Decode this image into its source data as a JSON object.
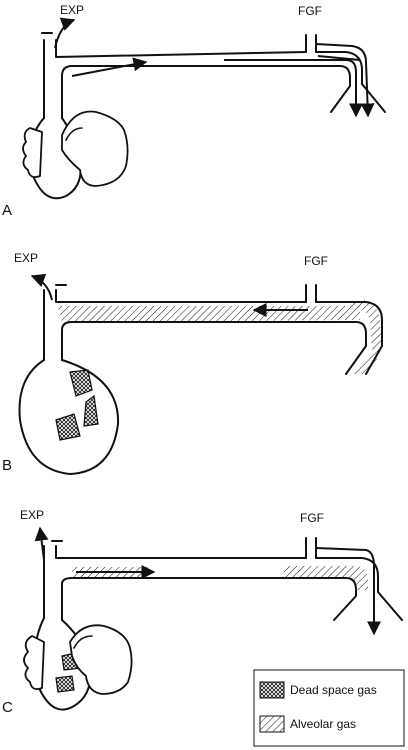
{
  "panels": [
    {
      "id": "A",
      "label": "A",
      "exp_label": "EXP",
      "fgf_label": "FGF"
    },
    {
      "id": "B",
      "label": "B",
      "exp_label": "EXP",
      "fgf_label": "FGF"
    },
    {
      "id": "C",
      "label": "C",
      "exp_label": "EXP",
      "fgf_label": "FGF"
    }
  ],
  "legend": {
    "items": [
      {
        "label": "Dead space gas",
        "pattern": "crosshatch"
      },
      {
        "label": "Alveolar gas",
        "pattern": "diagonal"
      }
    ]
  }
}
